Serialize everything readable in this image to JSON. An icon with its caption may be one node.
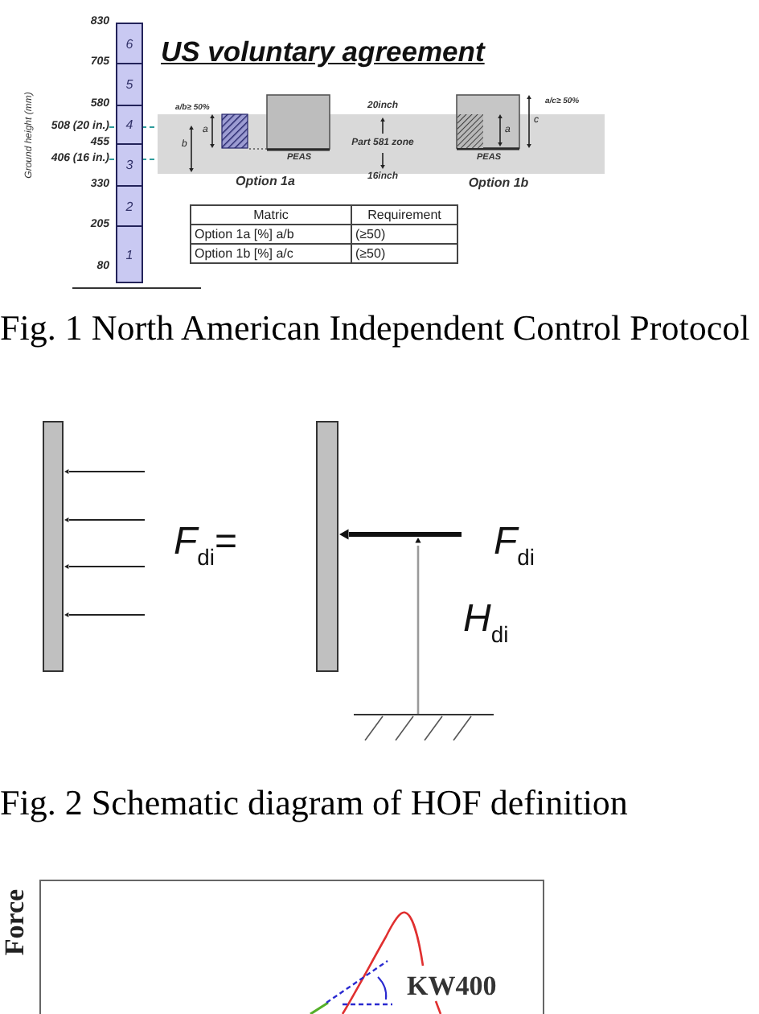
{
  "diagram": {
    "nodes": [
      {
        "text": [
          "6"
        ]
      },
      {
        "text": [
          "5"
        ]
      },
      {
        "text": [
          "4"
        ]
      },
      {
        "text": [
          "3"
        ]
      },
      {
        "text": [
          "2"
        ]
      },
      {
        "text": [
          "1"
        ]
      }
    ],
    "labels": [
      "830",
      "705",
      "580",
      "508 (20 in.)",
      "455",
      "406 (16 in.)",
      "330",
      "205",
      "80",
      "Ground height (mm)",
      "US voluntary agreement",
      "a/b≥ 50%",
      "b",
      "a",
      "PEAS",
      "Option 1a",
      "20inch",
      "Part 581 zone",
      "16inch",
      "a",
      "c",
      "a/c≥ 50%",
      "PEAS",
      "Option 1b",
      "Matric",
      "Requirement",
      "Option 1a [%] a/b",
      "(≥50)",
      "Option 1b [%] a/c",
      "(≥50)",
      "Fig. 1 North American Independent Control Protocol",
      "*F*$_{di}$=",
      "*F*$_{di}$",
      "*H*$_{di}$",
      "Fig. 2 Schematic diagram of HOF definition",
      "Force",
      "KW400"
    ]
  }
}
